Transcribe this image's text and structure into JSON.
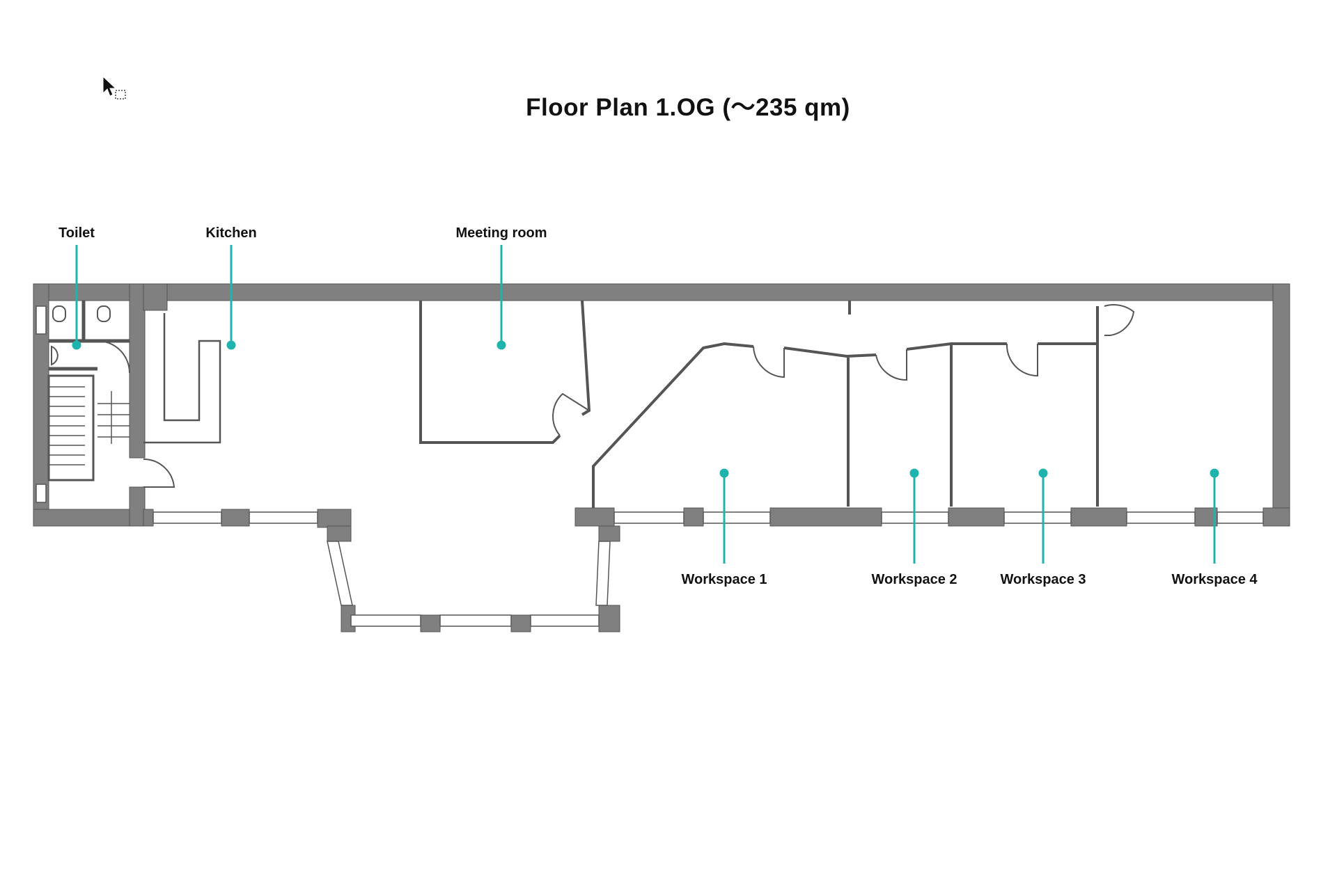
{
  "title": "Floor Plan 1.OG (～235 qm)",
  "colors": {
    "wall": "#808080",
    "leader": "#1fb3ad",
    "line": "#555555",
    "text": "#111111"
  },
  "rooms": [
    {
      "id": "toilet",
      "label": "Toilet"
    },
    {
      "id": "kitchen",
      "label": "Kitchen"
    },
    {
      "id": "meeting-room",
      "label": "Meeting room"
    },
    {
      "id": "workspace-1",
      "label": "Workspace 1"
    },
    {
      "id": "workspace-2",
      "label": "Workspace 2"
    },
    {
      "id": "workspace-3",
      "label": "Workspace 3"
    },
    {
      "id": "workspace-4",
      "label": "Workspace 4"
    }
  ],
  "icons": {
    "cursor": "arrow-cursor-icon"
  }
}
